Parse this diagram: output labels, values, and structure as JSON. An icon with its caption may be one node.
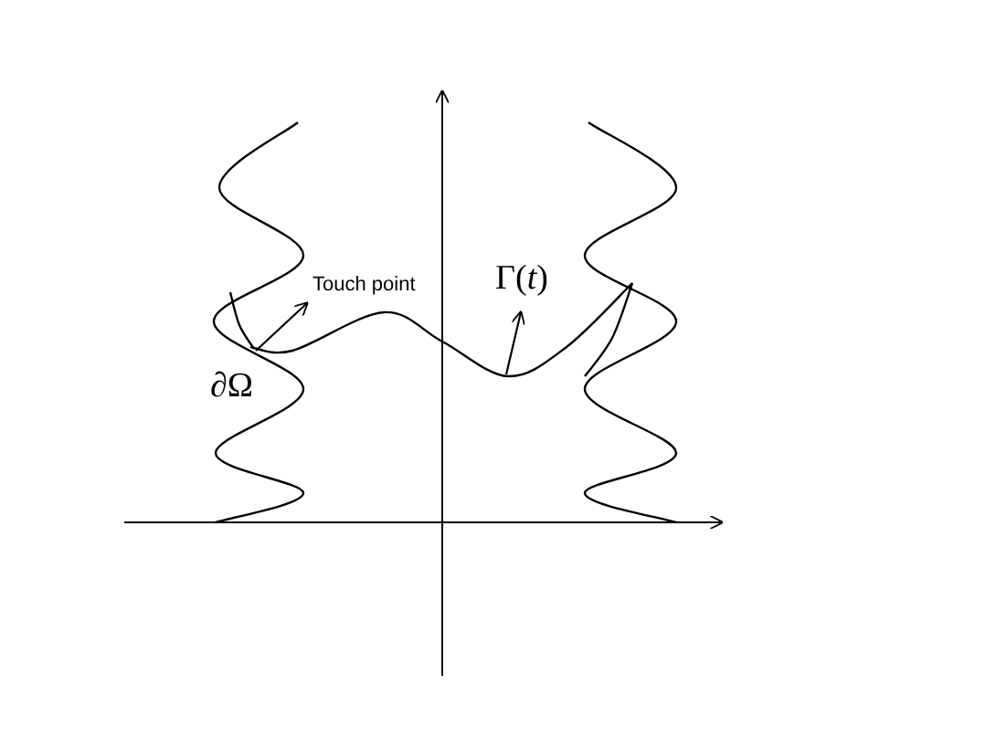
{
  "diagram": {
    "labels": [
      "Touch point",
      "Γ(*t*)",
      "∂Ω"
    ]
  }
}
